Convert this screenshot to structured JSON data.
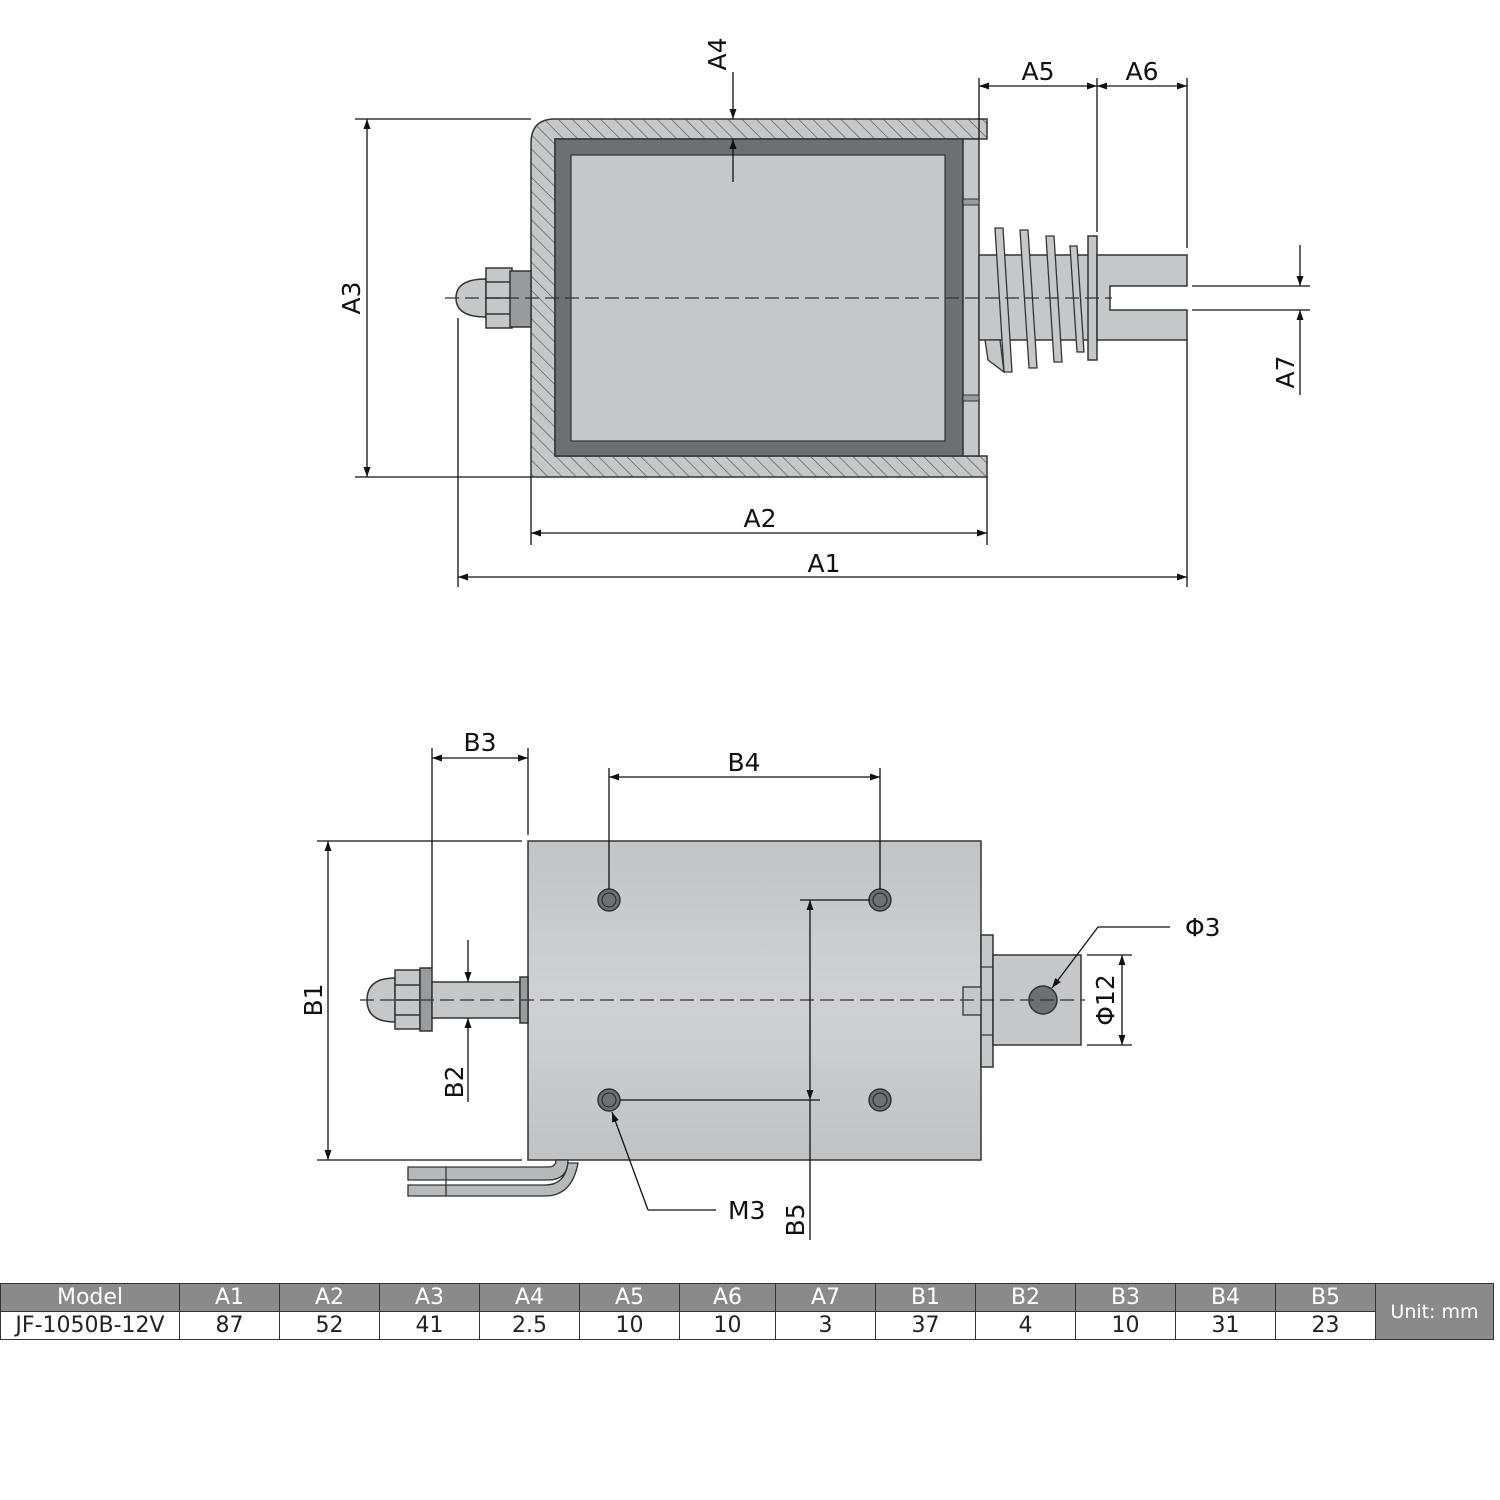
{
  "colors": {
    "body": "#c6c7c9",
    "coil": "#6e6f71",
    "line": "#333333",
    "header_bg": "#8a8a8a"
  },
  "labels": {
    "A1": "A1",
    "A2": "A2",
    "A3": "A3",
    "A4": "A4",
    "A5": "A5",
    "A6": "A6",
    "A7": "A7",
    "B1": "B1",
    "B2": "B2",
    "B3": "B3",
    "B4": "B4",
    "B5": "B5",
    "M3": "M3",
    "phi3": "Φ3",
    "phi12": "Φ12"
  },
  "table": {
    "headers": [
      "Model",
      "A1",
      "A2",
      "A3",
      "A4",
      "A5",
      "A6",
      "A7",
      "B1",
      "B2",
      "B3",
      "B4",
      "B5"
    ],
    "row": [
      "JF-1050B-12V",
      "87",
      "52",
      "41",
      "2.5",
      "10",
      "10",
      "3",
      "37",
      "4",
      "10",
      "31",
      "23"
    ],
    "unit": "Unit: mm"
  }
}
